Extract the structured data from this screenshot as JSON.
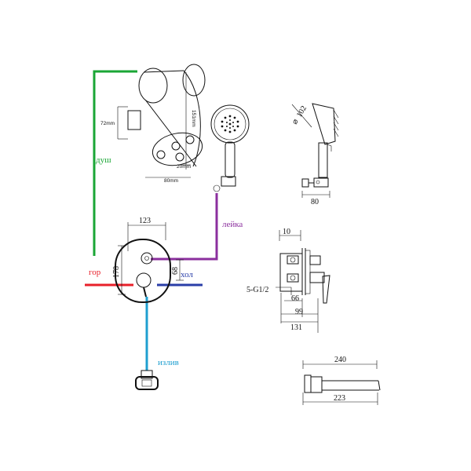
{
  "colors": {
    "shower": "#1aa635",
    "handshower": "#8b2f9e",
    "hot": "#e8202a",
    "cold": "#2a3ea8",
    "spout": "#1f9fd0",
    "line": "#111111"
  },
  "labels": {
    "shower": "душ",
    "handshower": "лейка",
    "hot": "гор",
    "cold": "хол",
    "spout": "излив"
  },
  "dimensions": {
    "head_height": "151mm",
    "head_side": "72mm",
    "head_small": "20mm",
    "head_width": "80mm",
    "hand_diameter": "102",
    "hand_depth": "80",
    "plate_width": "123",
    "plate_height": "178",
    "valve_spacing": "68",
    "side_top": "10",
    "thread": "5-G1/2",
    "side_66": "66",
    "side_99": "99",
    "side_131": "131",
    "spout_total": "240",
    "spout_reach": "223"
  }
}
